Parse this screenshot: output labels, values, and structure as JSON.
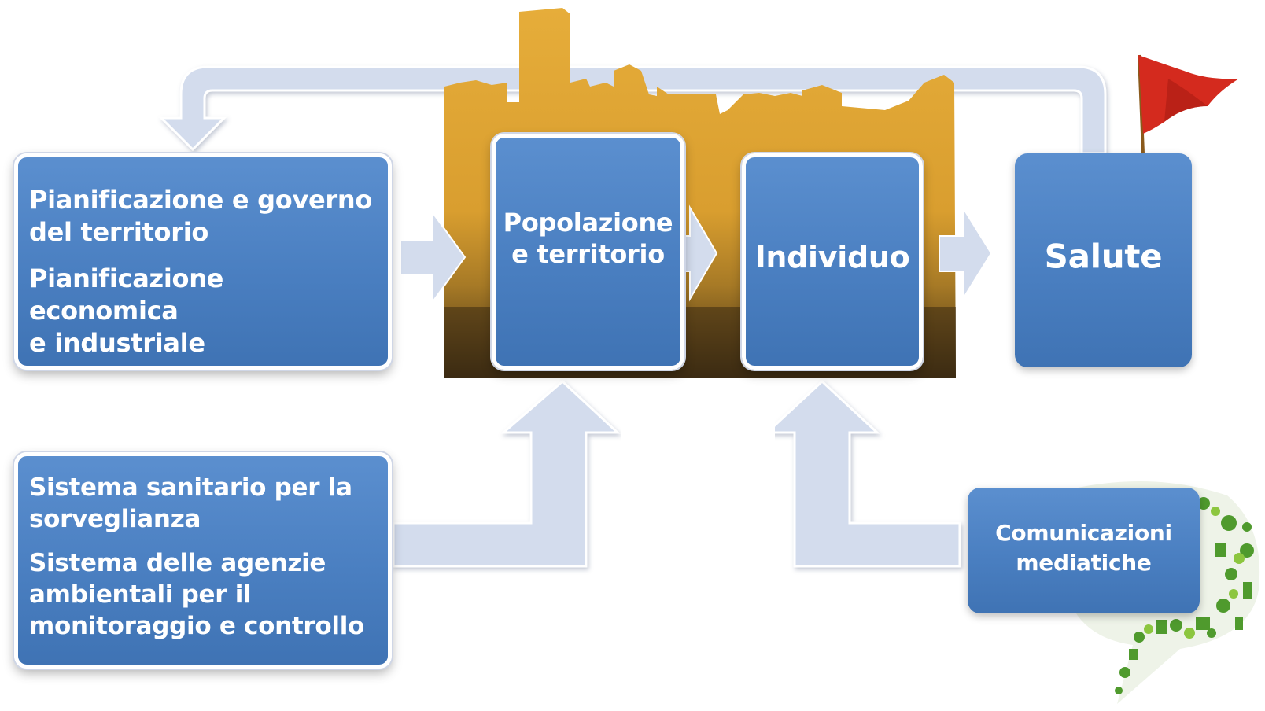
{
  "boxes": {
    "planning": {
      "line1": "Pianificazione e governo",
      "line2": "del territorio",
      "line3": "Pianificazione economica",
      "line4": "e industriale"
    },
    "population": {
      "line1": "Popolazione",
      "line2": "e territorio"
    },
    "individual": {
      "label": "Individuo"
    },
    "health": {
      "label": "Salute"
    },
    "surveillance": {
      "line1": "Sistema sanitario per la",
      "line2": "sorveglianza",
      "line3": "Sistema delle  agenzie",
      "line4": "ambientali per  il",
      "line5": "monitoraggio e controllo"
    },
    "media": {
      "line1": "Comunicazioni",
      "line2": "mediatiche"
    }
  },
  "colors": {
    "box_blue": "#4a7fc1",
    "arrow_fill": "#d3dced",
    "skyline_gold": "#e0a534",
    "flag_red": "#d42a1e",
    "eco_green": "#4f9a2d"
  },
  "icons": [
    "skyline-image",
    "red-flag-icon",
    "eco-speech-bubble-icon"
  ]
}
